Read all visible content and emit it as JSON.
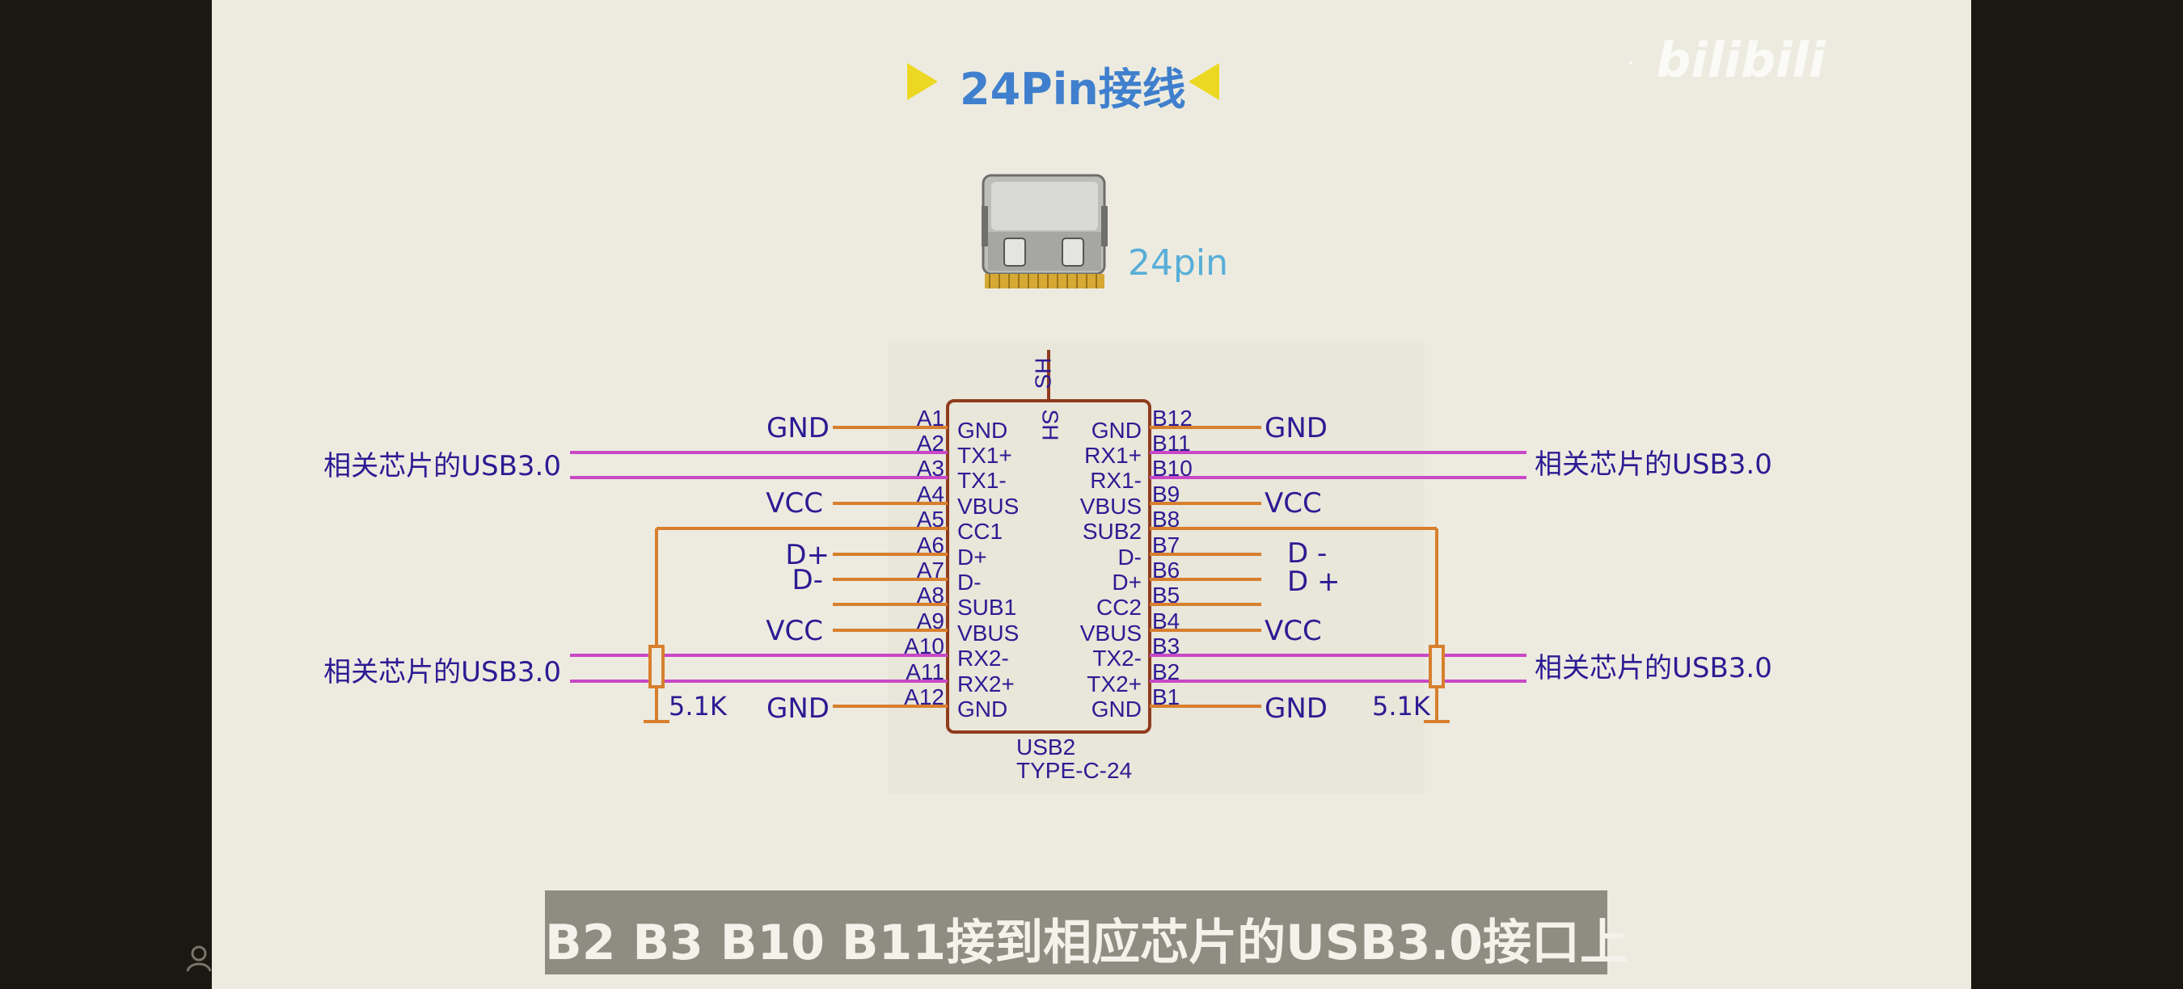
{
  "title": "24Pin接线",
  "watermark": {
    "prefix": "·",
    "brand": "bilibili"
  },
  "connector_label": "24pin",
  "chip": {
    "shield_top": "SH",
    "shield_inner": "SH",
    "designator": "USB2",
    "part": "TYPE-C-24"
  },
  "left_pins": [
    {
      "num": "A1",
      "name": "GND"
    },
    {
      "num": "A2",
      "name": "TX1+"
    },
    {
      "num": "A3",
      "name": "TX1-"
    },
    {
      "num": "A4",
      "name": "VBUS"
    },
    {
      "num": "A5",
      "name": "CC1"
    },
    {
      "num": "A6",
      "name": "D+"
    },
    {
      "num": "A7",
      "name": "D-"
    },
    {
      "num": "A8",
      "name": "SUB1"
    },
    {
      "num": "A9",
      "name": "VBUS"
    },
    {
      "num": "A10",
      "name": "RX2-"
    },
    {
      "num": "A11",
      "name": "RX2+"
    },
    {
      "num": "A12",
      "name": "GND"
    }
  ],
  "right_pins": [
    {
      "num": "B12",
      "name": "GND"
    },
    {
      "num": "B11",
      "name": "RX1+"
    },
    {
      "num": "B10",
      "name": "RX1-"
    },
    {
      "num": "B9",
      "name": "VBUS"
    },
    {
      "num": "B8",
      "name": "SUB2"
    },
    {
      "num": "B7",
      "name": "D-"
    },
    {
      "num": "B6",
      "name": "D+"
    },
    {
      "num": "B5",
      "name": "CC2"
    },
    {
      "num": "B4",
      "name": "VBUS"
    },
    {
      "num": "B3",
      "name": "TX2-"
    },
    {
      "num": "B2",
      "name": "TX2+"
    },
    {
      "num": "B1",
      "name": "GND"
    }
  ],
  "left_nets": {
    "gnd_top": "GND",
    "usb3_top": "相关芯片的USB3.0",
    "vcc_top": "VCC",
    "dplus": "D+",
    "dminus": "D-",
    "vcc_bottom": "VCC",
    "usb3_bottom": "相关芯片的USB3.0",
    "gnd_bottom": "GND",
    "resistor": "5.1K"
  },
  "right_nets": {
    "gnd_top": "GND",
    "usb3_top": "相关芯片的USB3.0",
    "vcc_top": "VCC",
    "dminus": "D -",
    "dplus": "D +",
    "vcc_bottom": "VCC",
    "usb3_bottom": "相关芯片的USB3.0",
    "gnd_bottom": "GND",
    "resistor": "5.1K"
  },
  "subtitle": "B2 B3 B10 B11接到相应芯片的USB3.0接口上",
  "colors": {
    "background": "#edebe0",
    "title": "#3f7fcd",
    "triangle": "#ecd823",
    "connector_label": "#58aed8",
    "schematic_text": "#2c1b93",
    "wire_orange": "#d77f2e",
    "wire_magenta": "#c848c6",
    "chip_border": "#8f3c1c"
  }
}
